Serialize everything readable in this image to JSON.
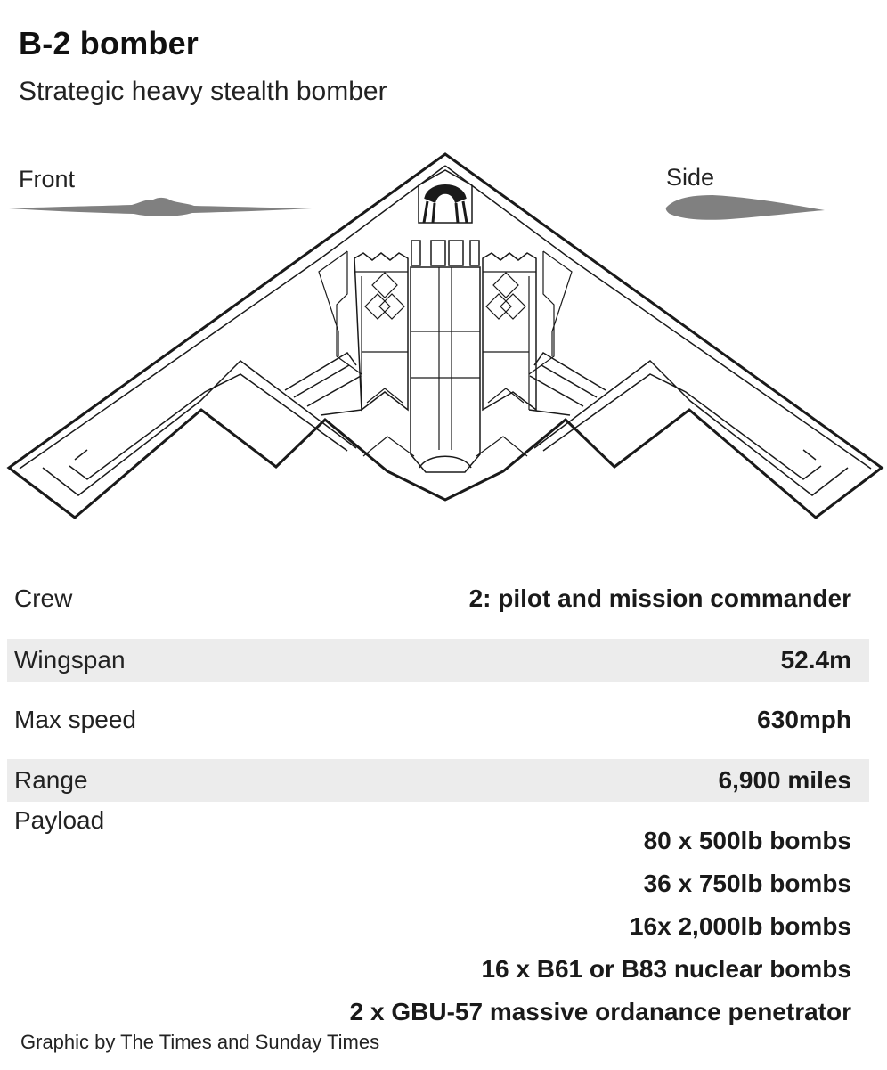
{
  "header": {
    "title": "B-2 bomber",
    "subtitle": "Strategic heavy stealth bomber"
  },
  "views": {
    "front_label": "Front",
    "side_label": "Side"
  },
  "specs": [
    {
      "label": "Crew",
      "value": "2: pilot and mission commander"
    },
    {
      "label": "Wingspan",
      "value": "52.4m"
    },
    {
      "label": "Max speed",
      "value": "630mph"
    },
    {
      "label": "Range",
      "value": "6,900 miles"
    }
  ],
  "payload": {
    "label": "Payload",
    "items": [
      "80 x 500lb bombs",
      "36 x 750lb bombs",
      "16x 2,000lb bombs",
      "16 x B61 or B83 nuclear bombs",
      "2 x GBU-57 massive ordanance penetrator"
    ]
  },
  "credit": "Graphic by The Times and Sunday Times",
  "colors": {
    "row_shade": "#ececec",
    "silhouette": "#808080",
    "line": "#1a1a1a"
  }
}
